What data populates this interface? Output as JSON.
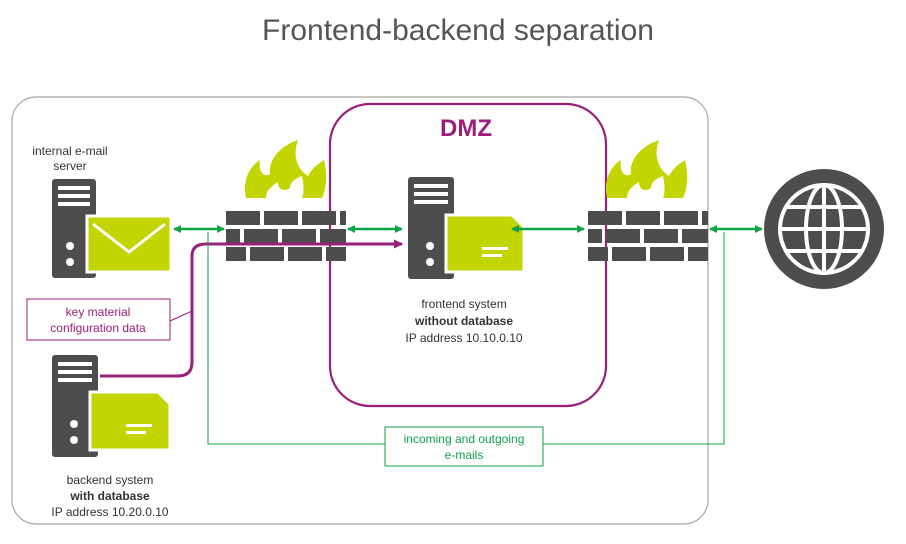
{
  "title": "Frontend-backend separation",
  "dmz_label": "DMZ",
  "colors": {
    "green_line": "#12a24a",
    "purple": "#9a1f7a",
    "lime": "#c3d500",
    "dark": "#4d4d4d",
    "boundary": "#a8a8a8"
  },
  "nodes": {
    "mail_server": {
      "label_line1": "internal e-mail",
      "label_line2": "server"
    },
    "frontend": {
      "line1": "frontend system",
      "line2": "without database",
      "line3": "IP address  10.10.0.10"
    },
    "backend": {
      "line1": "backend system",
      "line2": "with database",
      "line3": "IP address  10.20.0.10"
    },
    "internet": {
      "icon": "globe-icon"
    }
  },
  "callouts": {
    "key_material": {
      "line1": "key material",
      "line2": "configuration  data"
    },
    "emails": {
      "line1": "incoming and outgoing",
      "line2": "e-mails"
    }
  }
}
